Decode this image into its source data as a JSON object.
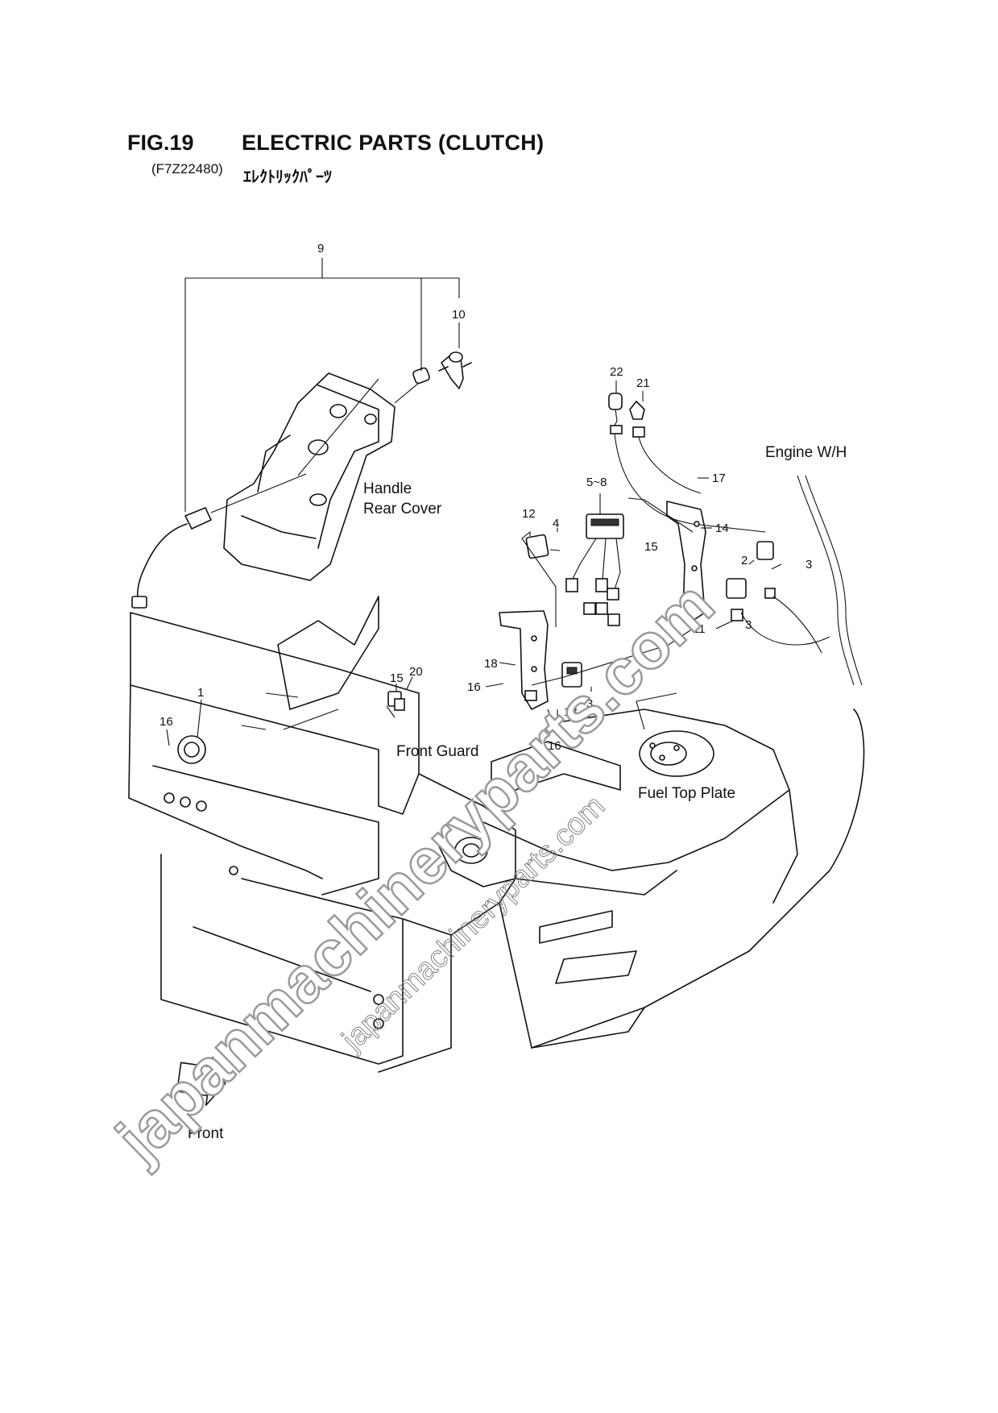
{
  "header": {
    "figure_number": "FIG.19",
    "figure_title": "ELECTRIC PARTS (CLUTCH)",
    "figure_code": "(F7Z22480)",
    "figure_title_jp": "ｴﾚｸﾄﾘｯｸﾊﾟｰﾂ"
  },
  "labels": {
    "handle_rear_cover_line1": "Handle",
    "handle_rear_cover_line2": "Rear Cover",
    "engine_wh": "Engine W/H",
    "front_guard": "Front Guard",
    "fuel_top_plate": "Fuel Top Plate",
    "front": "Front"
  },
  "callouts": {
    "c9": "9",
    "c10": "10",
    "c22": "22",
    "c21": "21",
    "c17": "17",
    "c5_8": "5~8",
    "c12": "12",
    "c4": "4",
    "c15a": "15",
    "c14": "14",
    "c2": "2",
    "c3a": "3",
    "c3b": "3",
    "c11": "11",
    "c18": "18",
    "c16a": "16",
    "c3c": "3",
    "c13": "13",
    "c16b": "16",
    "c15b": "15",
    "c20": "20",
    "c1": "1",
    "c16c": "16"
  },
  "watermark": {
    "primary": "japanmachineryparts.com",
    "secondary": "japanmachineryparts.com"
  }
}
